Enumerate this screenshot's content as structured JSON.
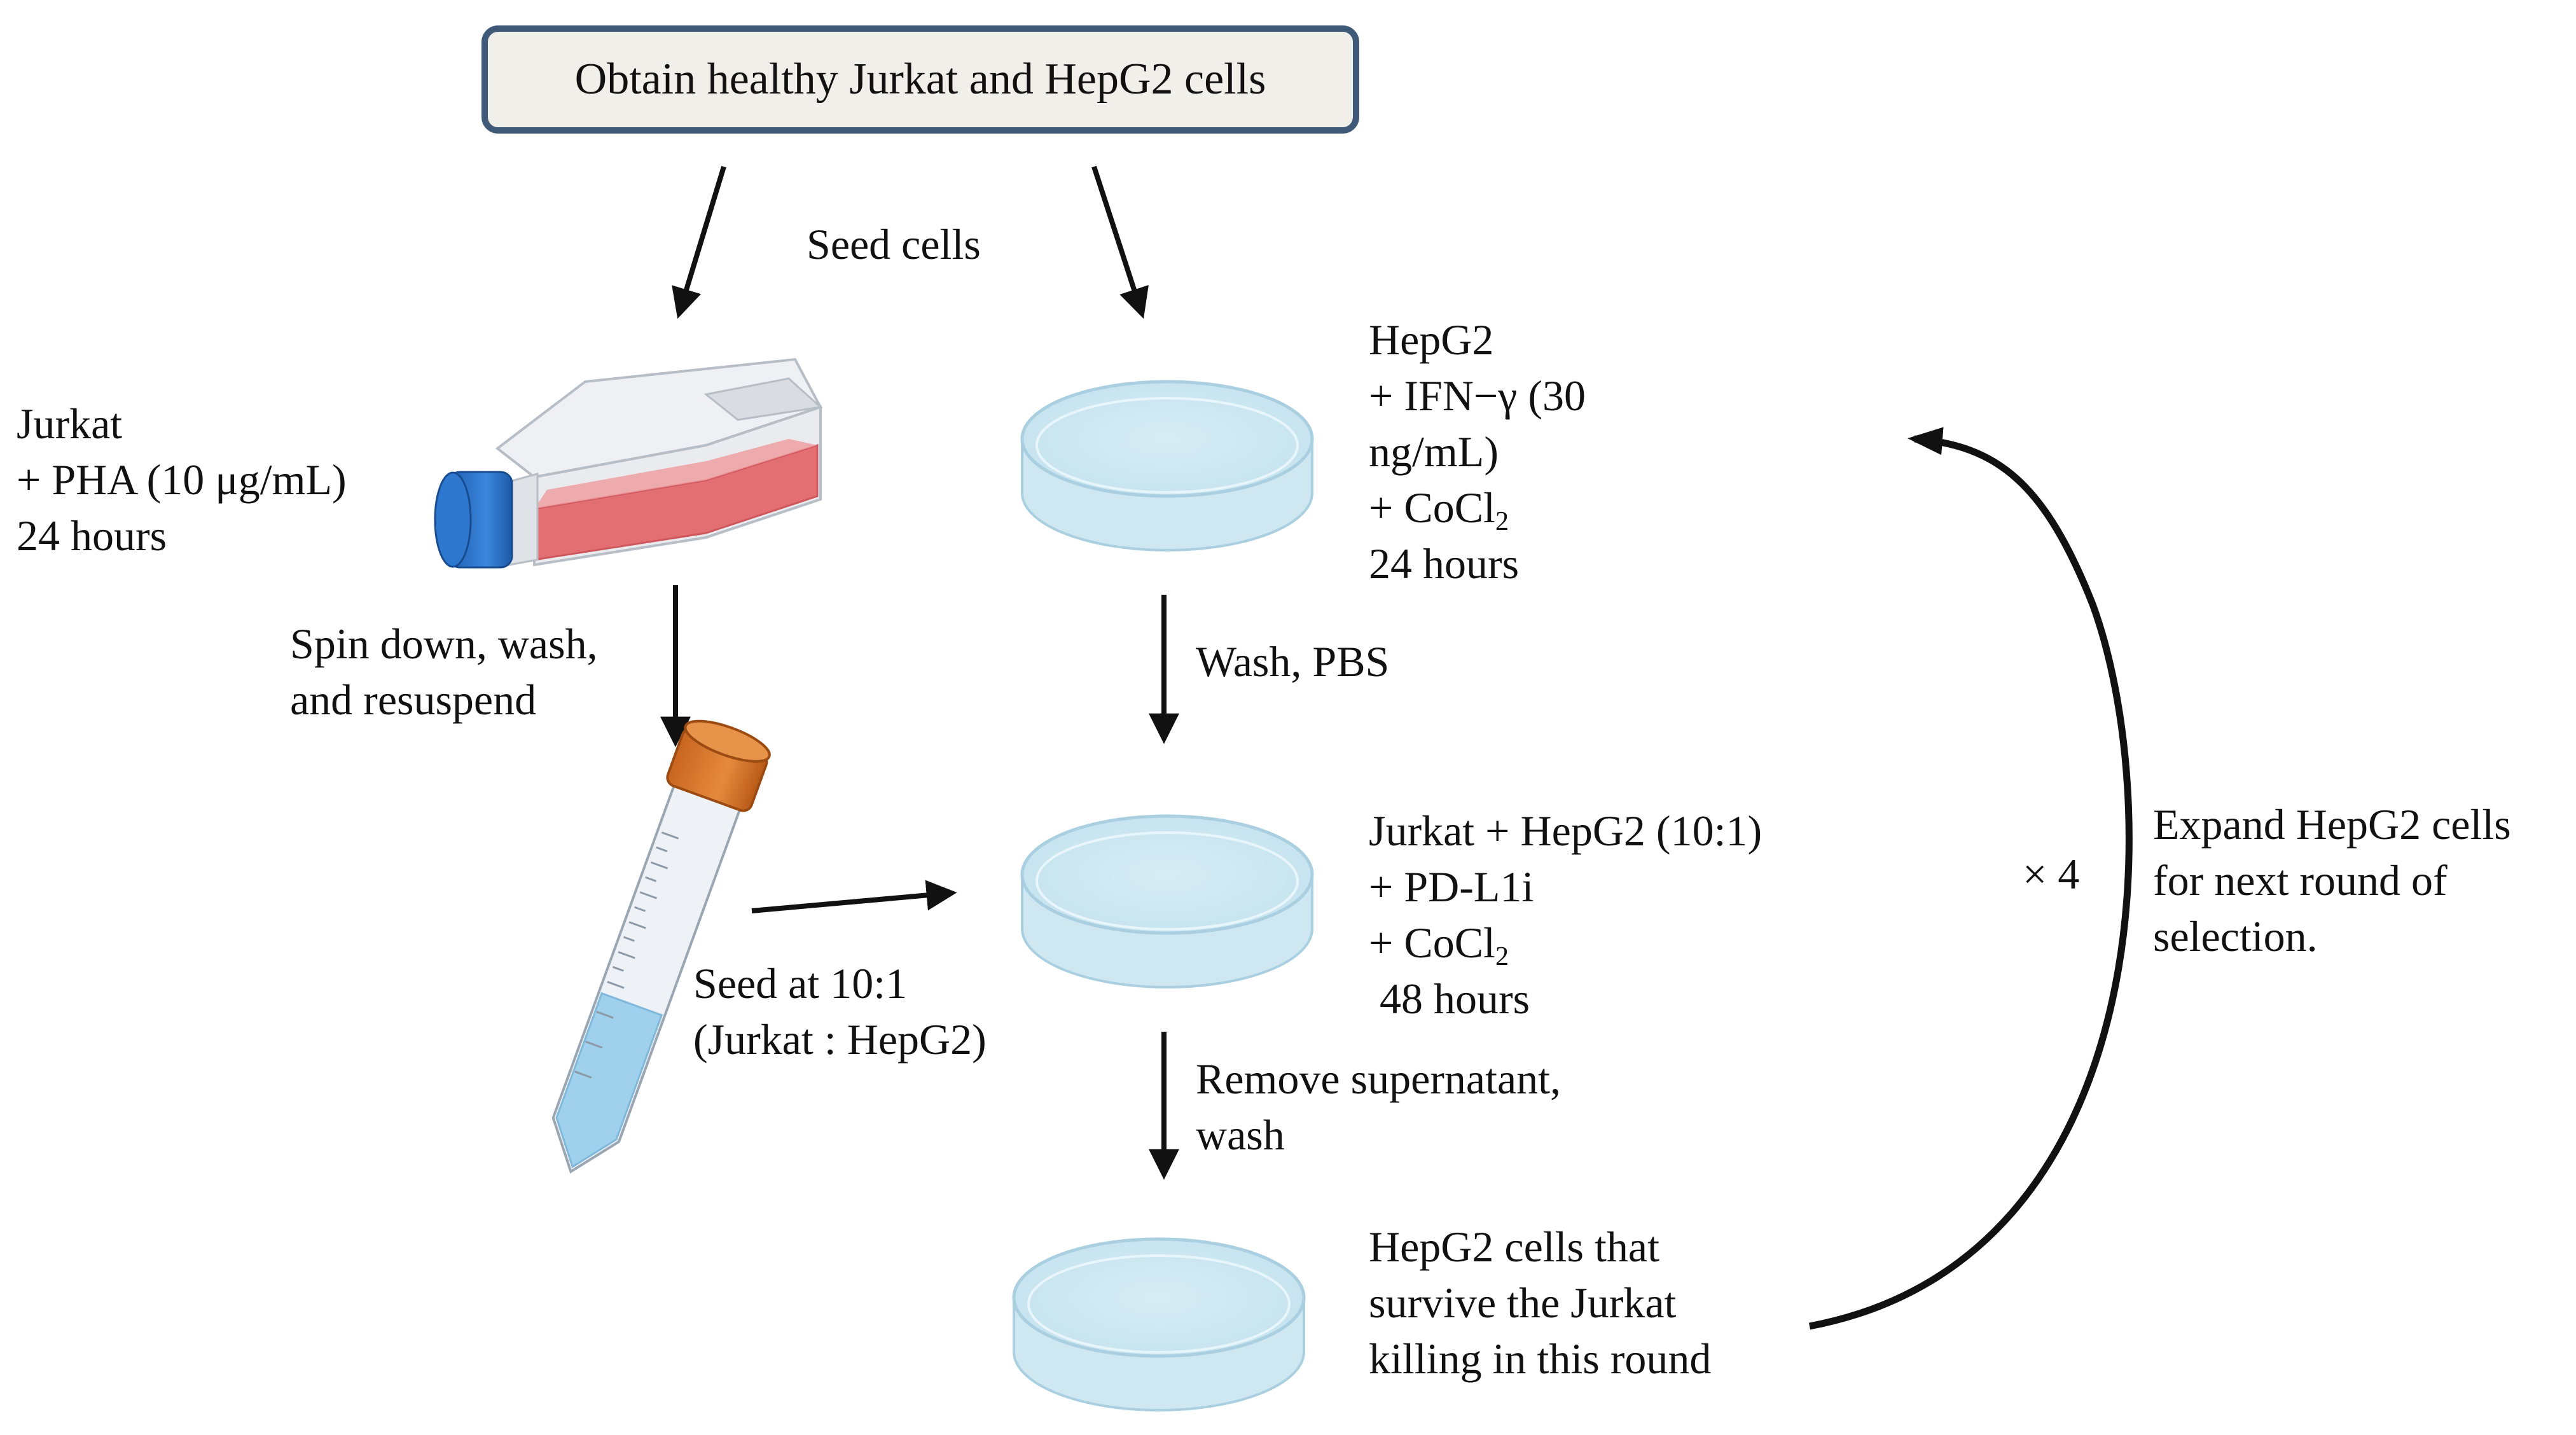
{
  "top_box": {
    "label": "Obtain healthy Jurkat and HepG2 cells"
  },
  "seed_cells_label": "Seed cells",
  "jurkat_block": {
    "line1": "Jurkat",
    "line2": "+ PHA (10 μg/mL)",
    "line3": "24 hours"
  },
  "hepg2_block": {
    "line1": "HepG2",
    "line2": "+ IFN−γ (30",
    "line3": "ng/mL)",
    "line4_prefix": "+ CoCl",
    "line4_sub": "2",
    "line5": "24 hours"
  },
  "spin_label": {
    "line1": "Spin down, wash,",
    "line2": "and resuspend"
  },
  "wash_pbs_label": "Wash, PBS",
  "coculture_block": {
    "line1": "Jurkat + HepG2 (10:1)",
    "line2": "+ PD-L1i",
    "line3_prefix": "+ CoCl",
    "line3_sub": "2",
    "line4": " 48 hours"
  },
  "seed_ratio_label": {
    "line1": "Seed at 10:1",
    "line2": "(Jurkat : HepG2)"
  },
  "remove_label": {
    "line1": "Remove supernatant,",
    "line2": "wash"
  },
  "survivor_block": {
    "line1": "HepG2 cells that",
    "line2": "survive the Jurkat",
    "line3": "killing in this round"
  },
  "loop_count_label": "× 4",
  "expand_label": {
    "line1": "Expand HepG2 cells",
    "line2": "for next round of",
    "line3": "selection."
  },
  "colors": {
    "box_border": "#3f5a78",
    "box_fill": "#f0efe9",
    "arrow": "#111111",
    "dish_fill": "#d3eaf3",
    "dish_rim": "#a9cfe0",
    "flask_medium": "#e46f73",
    "flask_cap": "#2a6fc4",
    "tube_cap": "#d9782c",
    "tube_liquid": "#9fd0ec"
  },
  "icons": [
    "culture-flask-icon",
    "petri-dish-icon",
    "centrifuge-tube-icon"
  ]
}
